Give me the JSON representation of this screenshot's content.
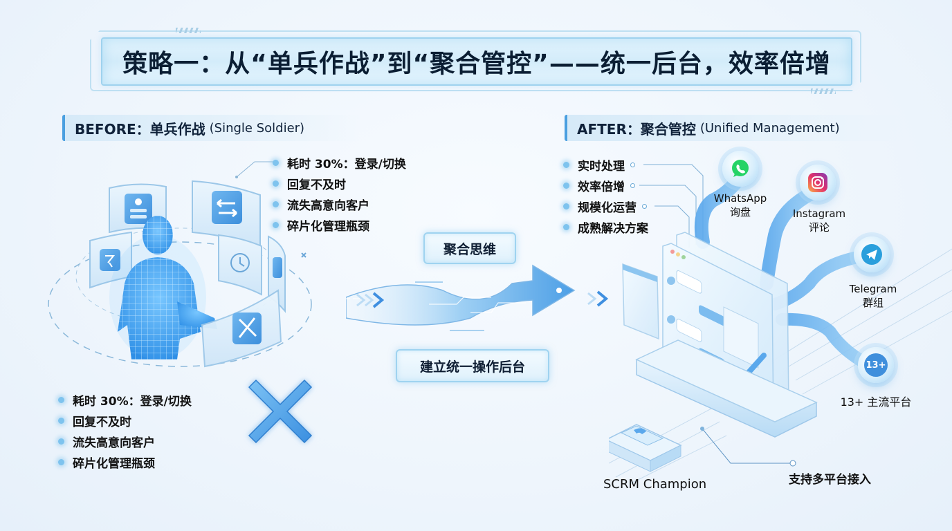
{
  "title": "策略一：从“单兵作战”到“聚合管控”——统一后台，效率倍增",
  "before": {
    "header_label": "BEFORE：单兵作战",
    "header_paren": "(Single Soldier)",
    "top_bullets": [
      "耗时 30%：登录/切换",
      "回复不及时",
      "流失高意向客户",
      "碎片化管理瓶颈"
    ],
    "bottom_bullets": [
      "耗时 30%：登录/切换",
      "回复不及时",
      "流失高意向客户",
      "碎片化管理瓶颈"
    ],
    "cross_icon": "x-mark-icon",
    "panel_icons": [
      "user-login-icon",
      "switch-arrows-icon",
      "pin-icon",
      "alarm-clock-icon",
      "chat-icon",
      "broken-icon"
    ]
  },
  "middle": {
    "top_tag": "聚合思维",
    "bottom_tag": "建立统一操作后台",
    "arrow_icon": "flow-arrow-icon"
  },
  "after": {
    "header_label": "AFTER：聚合管控",
    "header_paren": "(Unified Management)",
    "bullets": [
      "实时处理",
      "效率倍增",
      "规模化运营",
      "成熟解决方案"
    ],
    "platforms": [
      {
        "name": "WhatsApp",
        "sub": "询盘",
        "icon": "whatsapp-icon",
        "color": "#25d366"
      },
      {
        "name": "Instagram",
        "sub": "评论",
        "icon": "instagram-icon",
        "color": "#e1306c"
      },
      {
        "name": "Telegram",
        "sub": "群组",
        "icon": "telegram-icon",
        "color": "#2a9fdc"
      },
      {
        "name": "13+ 主流平台",
        "sub": "",
        "icon": "13-plus-icon",
        "badge": "13+",
        "color": "#3f8fdc"
      }
    ],
    "product_label": "SCRM Champion",
    "support_label": "支持多平台接入"
  },
  "colors": {
    "accent": "#4a9fe0",
    "light_blue": "#d6eaf8",
    "text_dark": "#0f1e33"
  }
}
